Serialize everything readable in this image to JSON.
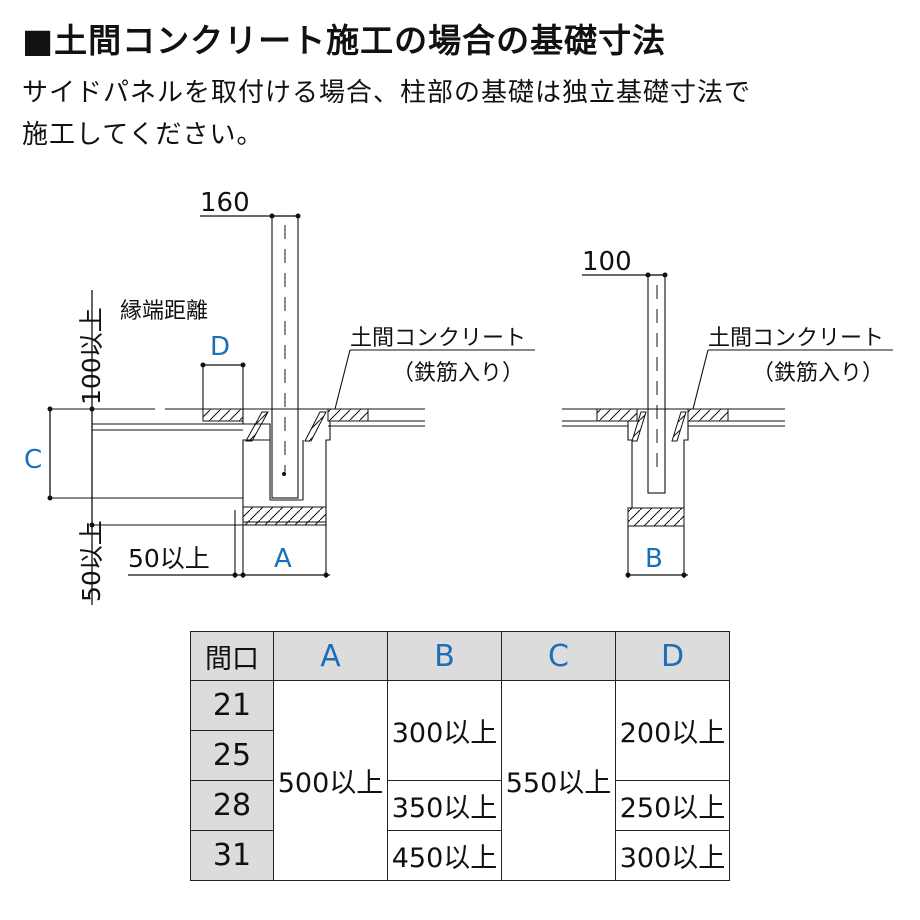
{
  "title": "■土間コンクリート施工の場合の基礎寸法",
  "note_line1": "サイドパネルを取付ける場合、柱部の基礎は独立基礎寸法で",
  "note_line2": "施工してください。",
  "left_diagram": {
    "post_width": "160",
    "edge_distance_label": "縁端距離",
    "label_D": "D",
    "label_C": "C",
    "label_A": "A",
    "dim_100": "100以上",
    "dim_50_vertical": "50以上",
    "dim_50_horizontal": "50以上",
    "concrete_label": "土間コンクリート",
    "rebar_label": "（鉄筋入り）"
  },
  "right_diagram": {
    "post_width": "100",
    "label_B": "B",
    "concrete_label": "土間コンクリート",
    "rebar_label": "（鉄筋入り）"
  },
  "table": {
    "corner": "間口",
    "headers": [
      "A",
      "B",
      "C",
      "D"
    ],
    "rows": [
      "21",
      "25",
      "28",
      "31"
    ],
    "A_all": "500以上",
    "B_21_25": "300以上",
    "B_28": "350以上",
    "B_31": "450以上",
    "C_all": "550以上",
    "D_21_25": "200以上",
    "D_28": "250以上",
    "D_31": "300以上"
  },
  "colors": {
    "accent": "#1a6fb8",
    "header_bg": "#dcdcdc"
  }
}
